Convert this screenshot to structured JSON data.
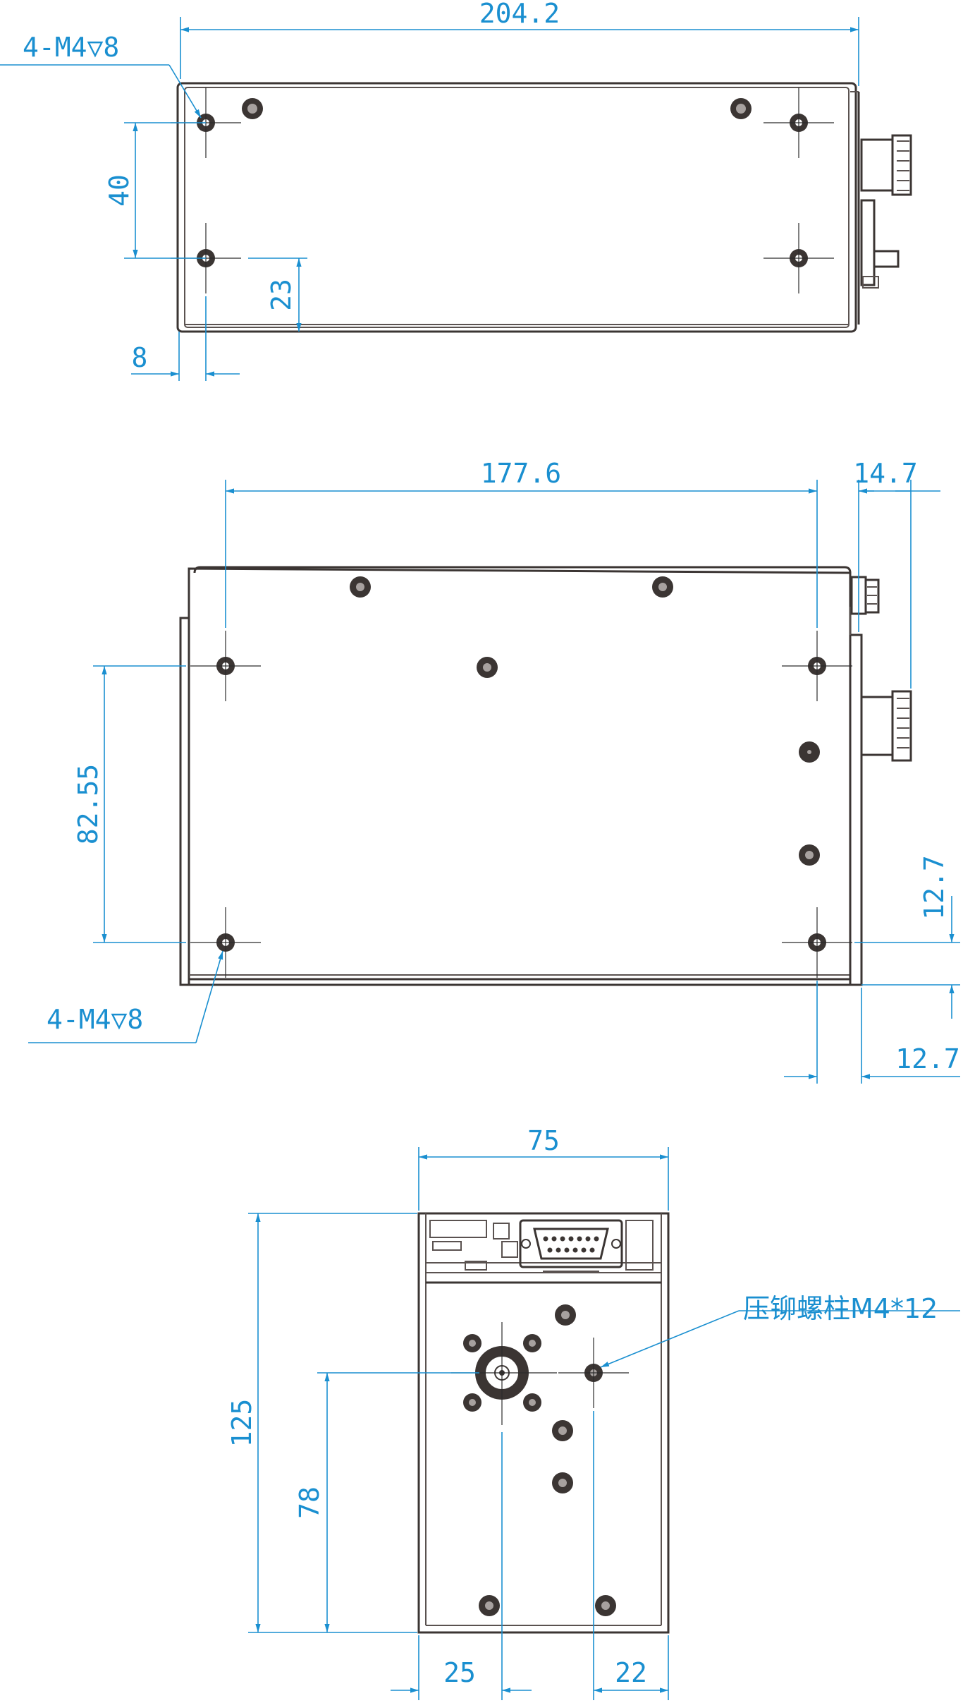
{
  "views": {
    "top": {
      "dims": {
        "length": "204.2",
        "spacing_y": "40",
        "offset_y": "23",
        "offset_x": "8"
      },
      "callout": "4-M4▽8"
    },
    "side": {
      "dims": {
        "length": "177.6",
        "connector": "14.7",
        "spacing_y": "82.55",
        "edge_v": "12.7",
        "edge_h": "12.7"
      },
      "callout": "4-M4▽8"
    },
    "end": {
      "dims": {
        "width": "75",
        "height": "125",
        "center_y": "78",
        "left_x": "25",
        "right_x": "22"
      },
      "callout": "压铆螺柱M4*12"
    }
  },
  "colors": {
    "dimension": "#1a8fd0",
    "body": "#3b3533"
  }
}
